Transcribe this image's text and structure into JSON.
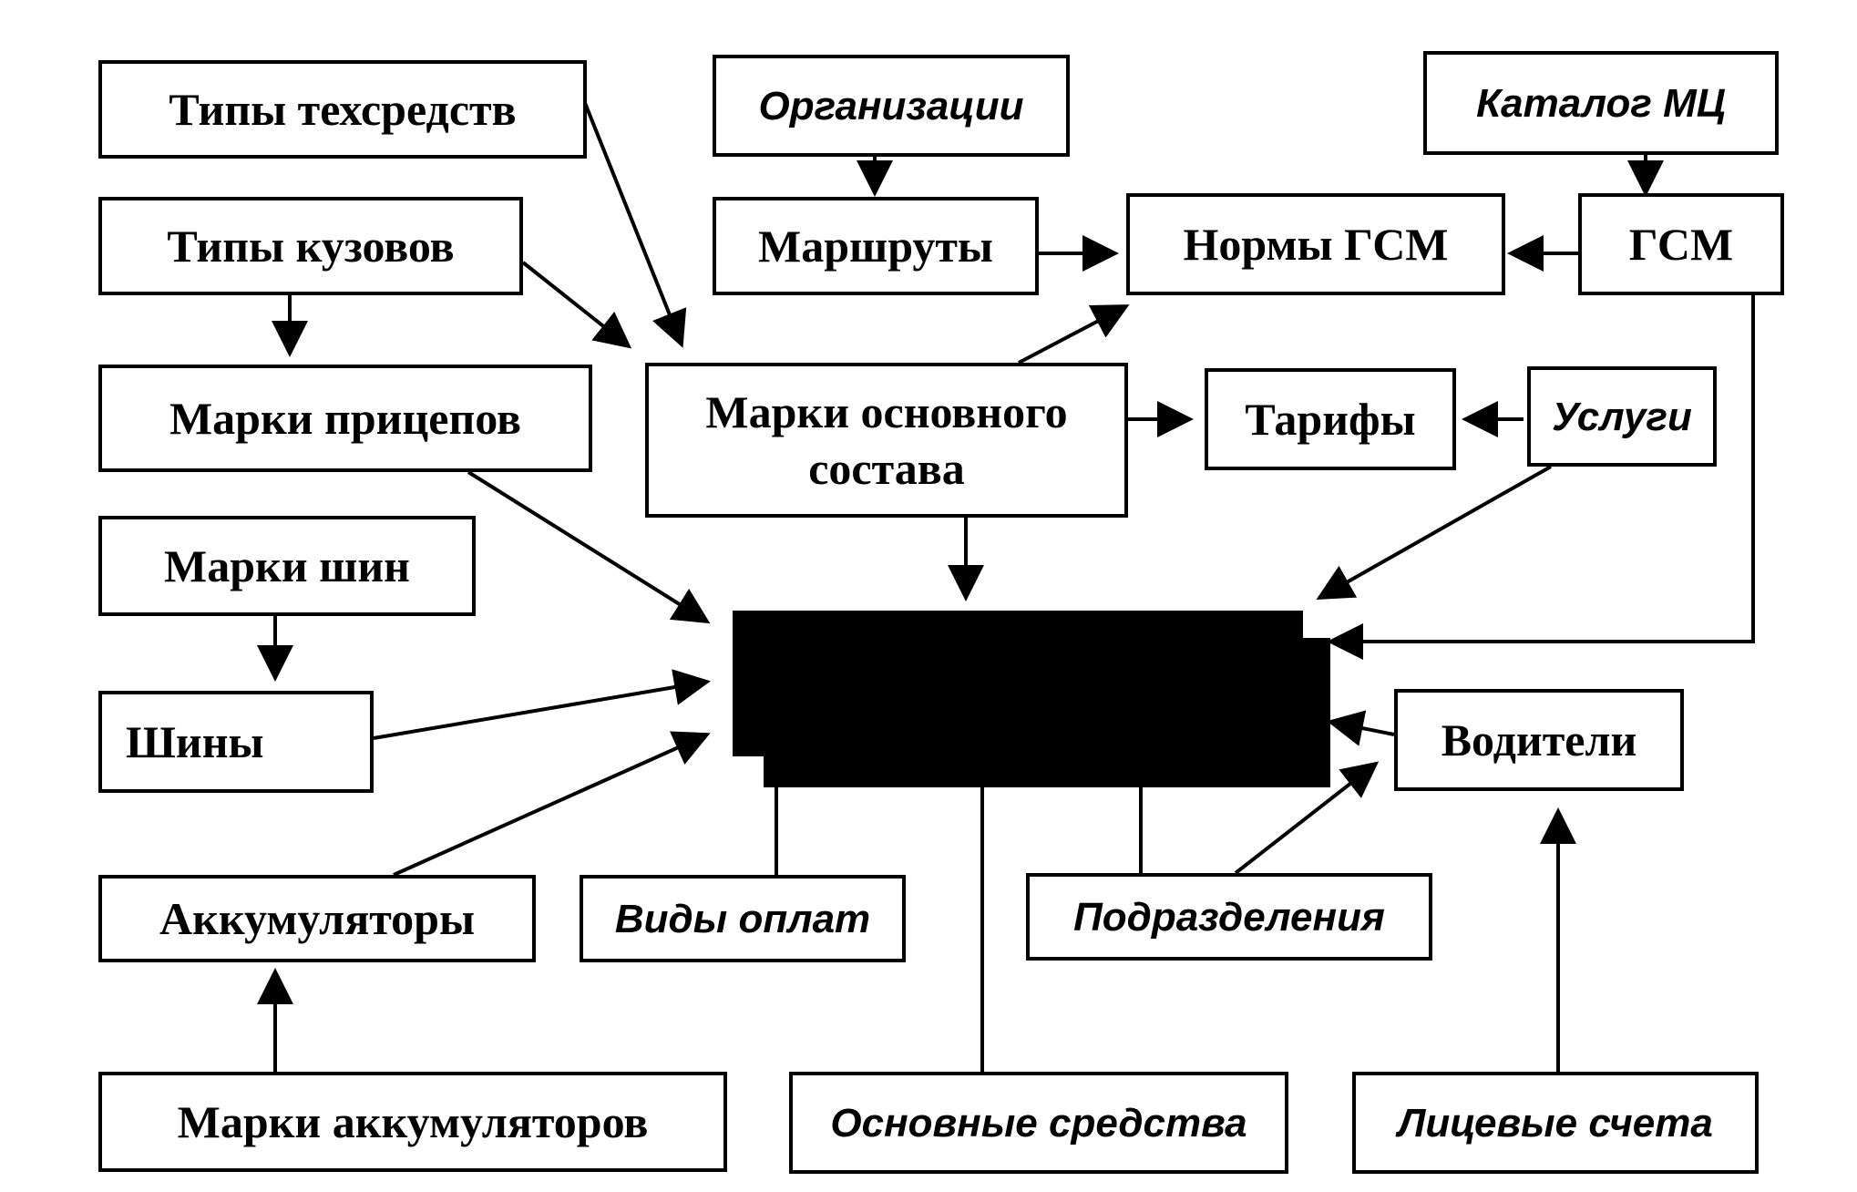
{
  "nodes": {
    "tipy_tehsredstv": "Типы техсредств",
    "organizacii": "Организации",
    "katalog_mc": "Каталог МЦ",
    "tipy_kuzovov": "Типы кузовов",
    "marshruty": "Маршруты",
    "normy_gsm": "Нормы ГСМ",
    "gsm": "ГСМ",
    "marki_pricepov": "Марки прицепов",
    "marki_osnovnogo_sostava": "Марки основного состава",
    "tarify": "Тарифы",
    "uslugi": "Услуги",
    "marki_shin": "Марки шин",
    "shiny": "Шины",
    "voditeli": "Водители",
    "akkumulyatory": "Аккумуляторы",
    "vidy_oplat": "Виды оплат",
    "podrazdeleniya": "Подразделения",
    "marki_akkumulyatorov": "Марки аккумуляторов",
    "osnovnye_sredstva": "Основные средства",
    "licevye_scheta": "Лицевые счета",
    "central_block": ""
  },
  "edges": [
    {
      "from": "tipy_tehsredstv",
      "to": "marki_osnovnogo_sostava"
    },
    {
      "from": "tipy_kuzovov",
      "to": "marki_osnovnogo_sostava"
    },
    {
      "from": "tipy_kuzovov",
      "to": "marki_pricepov"
    },
    {
      "from": "organizacii",
      "to": "marshruty"
    },
    {
      "from": "marshruty",
      "to": "normy_gsm"
    },
    {
      "from": "katalog_mc",
      "to": "gsm"
    },
    {
      "from": "gsm",
      "to": "normy_gsm"
    },
    {
      "from": "marki_osnovnogo_sostava",
      "to": "normy_gsm"
    },
    {
      "from": "marki_osnovnogo_sostava",
      "to": "tarify"
    },
    {
      "from": "uslugi",
      "to": "tarify"
    },
    {
      "from": "marki_osnovnogo_sostava",
      "to": "central_block"
    },
    {
      "from": "marki_pricepov",
      "to": "central_block"
    },
    {
      "from": "uslugi",
      "to": "central_block"
    },
    {
      "from": "gsm",
      "to": "central_block"
    },
    {
      "from": "marki_shin",
      "to": "shiny"
    },
    {
      "from": "shiny",
      "to": "central_block"
    },
    {
      "from": "akkumulyatory",
      "to": "central_block"
    },
    {
      "from": "marki_akkumulyatorov",
      "to": "akkumulyatory"
    },
    {
      "from": "voditeli",
      "to": "central_block"
    },
    {
      "from": "podrazdeleniya",
      "to": "voditeli"
    },
    {
      "from": "licevye_scheta",
      "to": "voditeli"
    },
    {
      "from": "vidy_oplat",
      "to": "central_block"
    },
    {
      "from": "osnovnye_sredstva",
      "to": "central_block"
    },
    {
      "from": "podrazdeleniya",
      "to": "central_block"
    }
  ]
}
